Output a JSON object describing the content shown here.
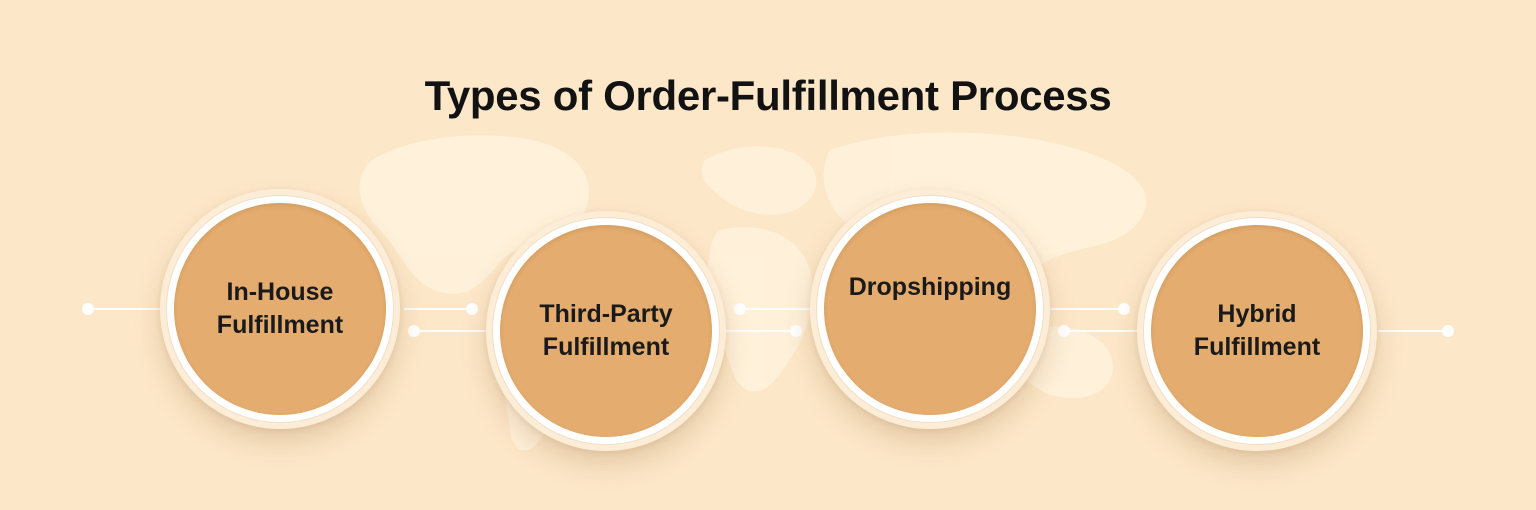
{
  "title": "Types of Order-Fulfillment Process",
  "colors": {
    "background": "#fce7c8",
    "disc_fill": "#e4ac6e",
    "ring": "#ffffff",
    "text": "#121212"
  },
  "nodes": [
    {
      "label": "In-House\nFulfillment"
    },
    {
      "label": "Third-Party\nFulfillment"
    },
    {
      "label": "Dropshipping"
    },
    {
      "label": "Hybrid\nFulfillment"
    }
  ]
}
